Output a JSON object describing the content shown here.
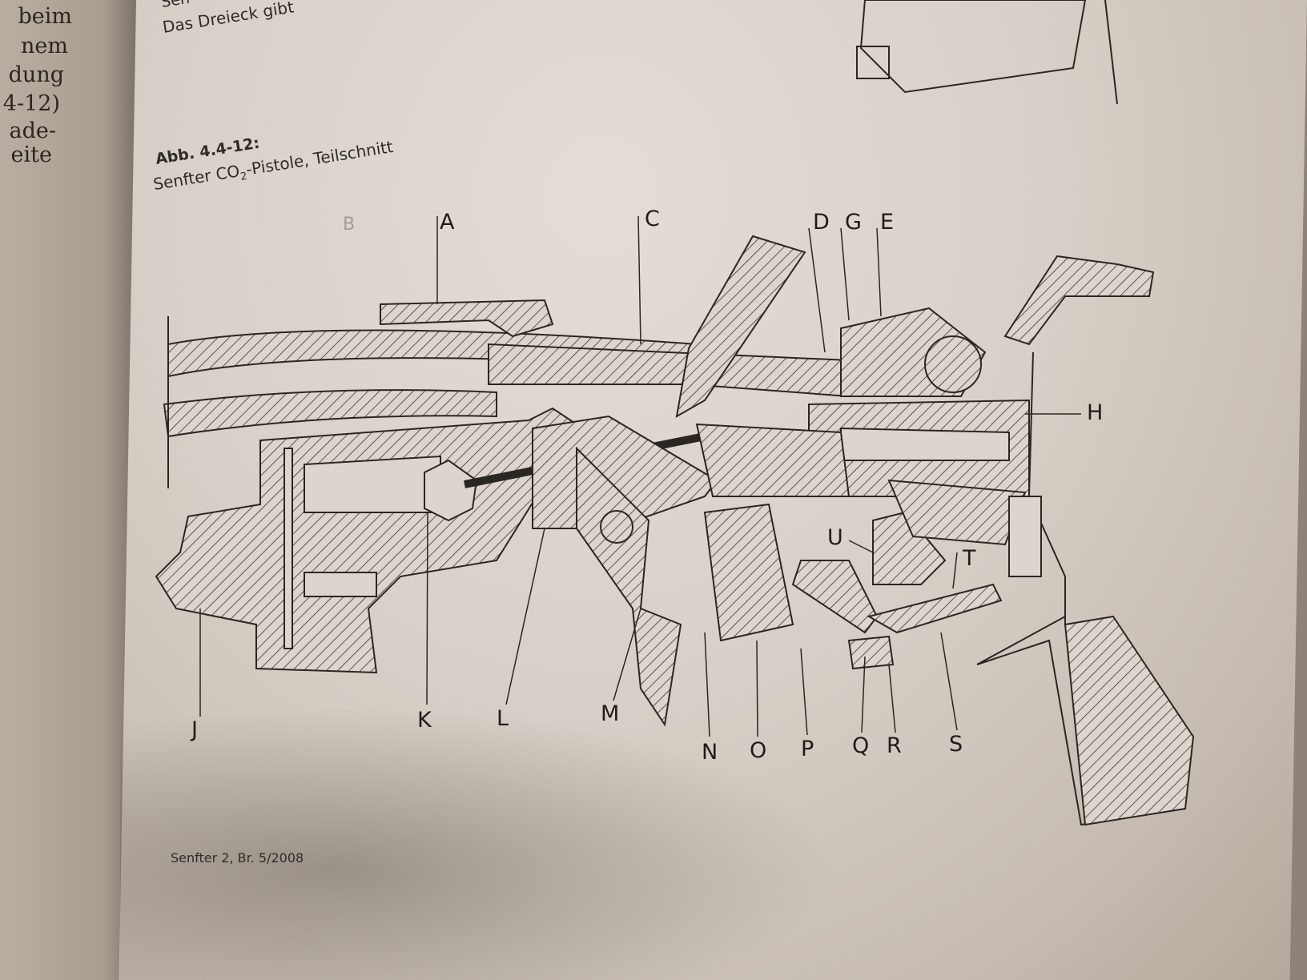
{
  "left_page": {
    "lines": [
      "beim",
      "nem",
      "dung",
      "4-12)",
      "ade-",
      "eite"
    ]
  },
  "top_text": {
    "line1": "Sen",
    "line2": "Das Dreieck gibt"
  },
  "figure": {
    "number": "Abb. 4.4-12:",
    "caption": "Senfter CO",
    "caption_sub": "2",
    "caption_rest": "-Pistole, Teilschnitt",
    "labels": {
      "A": "A",
      "B": "B",
      "C": "C",
      "D": "D",
      "G": "G",
      "E": "E",
      "H": "H",
      "U": "U",
      "T": "T",
      "J": "J",
      "K": "K",
      "L": "L",
      "M": "M",
      "N": "N",
      "O": "O",
      "P": "P",
      "Q": "Q",
      "R": "R",
      "S": "S"
    }
  },
  "footer": "Senfter 2, Br. 5/2008",
  "colors": {
    "page": "#ddd5cd",
    "ink": "#2a2622"
  }
}
